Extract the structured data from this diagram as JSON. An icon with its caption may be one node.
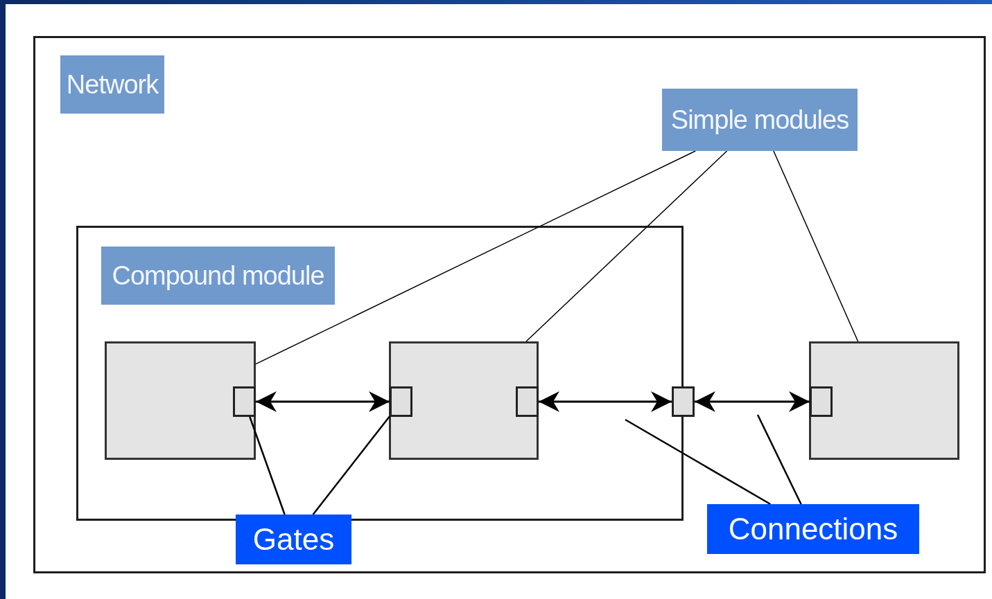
{
  "diagram": {
    "nodes": [
      {
        "text": [
          "Network"
        ]
      },
      {
        "text": [
          "Simple modules"
        ],
        "in": 0
      },
      {
        "text": [
          "Compound module"
        ],
        "in": 0
      },
      {
        "text": [],
        "shape": "box",
        "in": 2
      },
      {
        "text": [],
        "shape": "box",
        "in": 3
      },
      {
        "text": [],
        "shape": "box",
        "in": 2
      },
      {
        "text": [],
        "shape": "box",
        "in": 5
      },
      {
        "text": [],
        "shape": "box",
        "in": 5
      },
      {
        "text": [],
        "shape": "box",
        "in": 0
      },
      {
        "text": [],
        "shape": "box",
        "in": 0
      },
      {
        "text": [],
        "shape": "box",
        "in": 9
      },
      {
        "text": [
          "Gates"
        ],
        "in": 0
      },
      {
        "text": [
          "Connections"
        ],
        "in": 0
      }
    ],
    "edges": [
      {
        "from": 4,
        "to": 6,
        "arrow": "both"
      },
      {
        "from": 7,
        "to": 8,
        "arrow": "both"
      },
      {
        "from": 8,
        "to": 10,
        "arrow": "both"
      },
      {
        "from": 1,
        "to": 3,
        "arrow": "none"
      },
      {
        "from": 1,
        "to": 5,
        "arrow": "none"
      },
      {
        "from": 1,
        "to": 9,
        "arrow": "none"
      },
      {
        "from": 11,
        "to": 4,
        "arrow": "none"
      },
      {
        "from": 11,
        "to": 6,
        "arrow": "none"
      },
      {
        "from": 12,
        "to": null,
        "arrow": "none"
      },
      {
        "from": 12,
        "to": null,
        "arrow": "none"
      }
    ]
  }
}
